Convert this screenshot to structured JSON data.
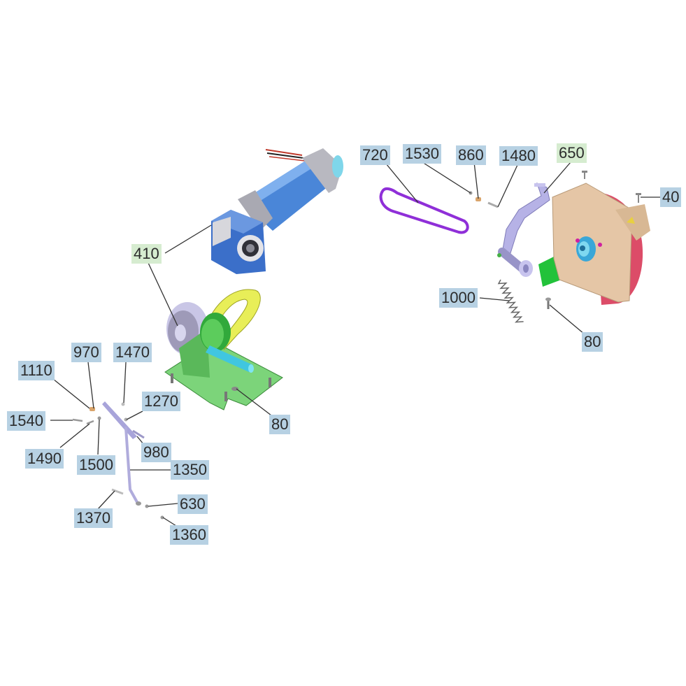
{
  "diagram": {
    "type": "exploded parts diagram",
    "colors": {
      "callout_part": "#b7d1e3",
      "callout_assembly": "#d6ecd0",
      "leader_line": "#333333"
    },
    "callouts": [
      {
        "id": "c410",
        "label": "410",
        "kind": "assembly"
      },
      {
        "id": "c720",
        "label": "720",
        "kind": "part"
      },
      {
        "id": "c1530",
        "label": "1530",
        "kind": "part"
      },
      {
        "id": "c860",
        "label": "860",
        "kind": "part"
      },
      {
        "id": "c1480",
        "label": "1480",
        "kind": "part"
      },
      {
        "id": "c650",
        "label": "650",
        "kind": "assembly"
      },
      {
        "id": "c40",
        "label": "40",
        "kind": "part"
      },
      {
        "id": "c1000",
        "label": "1000",
        "kind": "part"
      },
      {
        "id": "c80a",
        "label": "80",
        "kind": "part"
      },
      {
        "id": "c80b",
        "label": "80",
        "kind": "part"
      },
      {
        "id": "c970",
        "label": "970",
        "kind": "part"
      },
      {
        "id": "c1470",
        "label": "1470",
        "kind": "part"
      },
      {
        "id": "c1110",
        "label": "1110",
        "kind": "part"
      },
      {
        "id": "c1270",
        "label": "1270",
        "kind": "part"
      },
      {
        "id": "c1540",
        "label": "1540",
        "kind": "part"
      },
      {
        "id": "c1490",
        "label": "1490",
        "kind": "part"
      },
      {
        "id": "c980",
        "label": "980",
        "kind": "part"
      },
      {
        "id": "c1500",
        "label": "1500",
        "kind": "part"
      },
      {
        "id": "c1350",
        "label": "1350",
        "kind": "part"
      },
      {
        "id": "c630",
        "label": "630",
        "kind": "part"
      },
      {
        "id": "c1370",
        "label": "1370",
        "kind": "part"
      },
      {
        "id": "c1360",
        "label": "1360",
        "kind": "part"
      }
    ]
  }
}
